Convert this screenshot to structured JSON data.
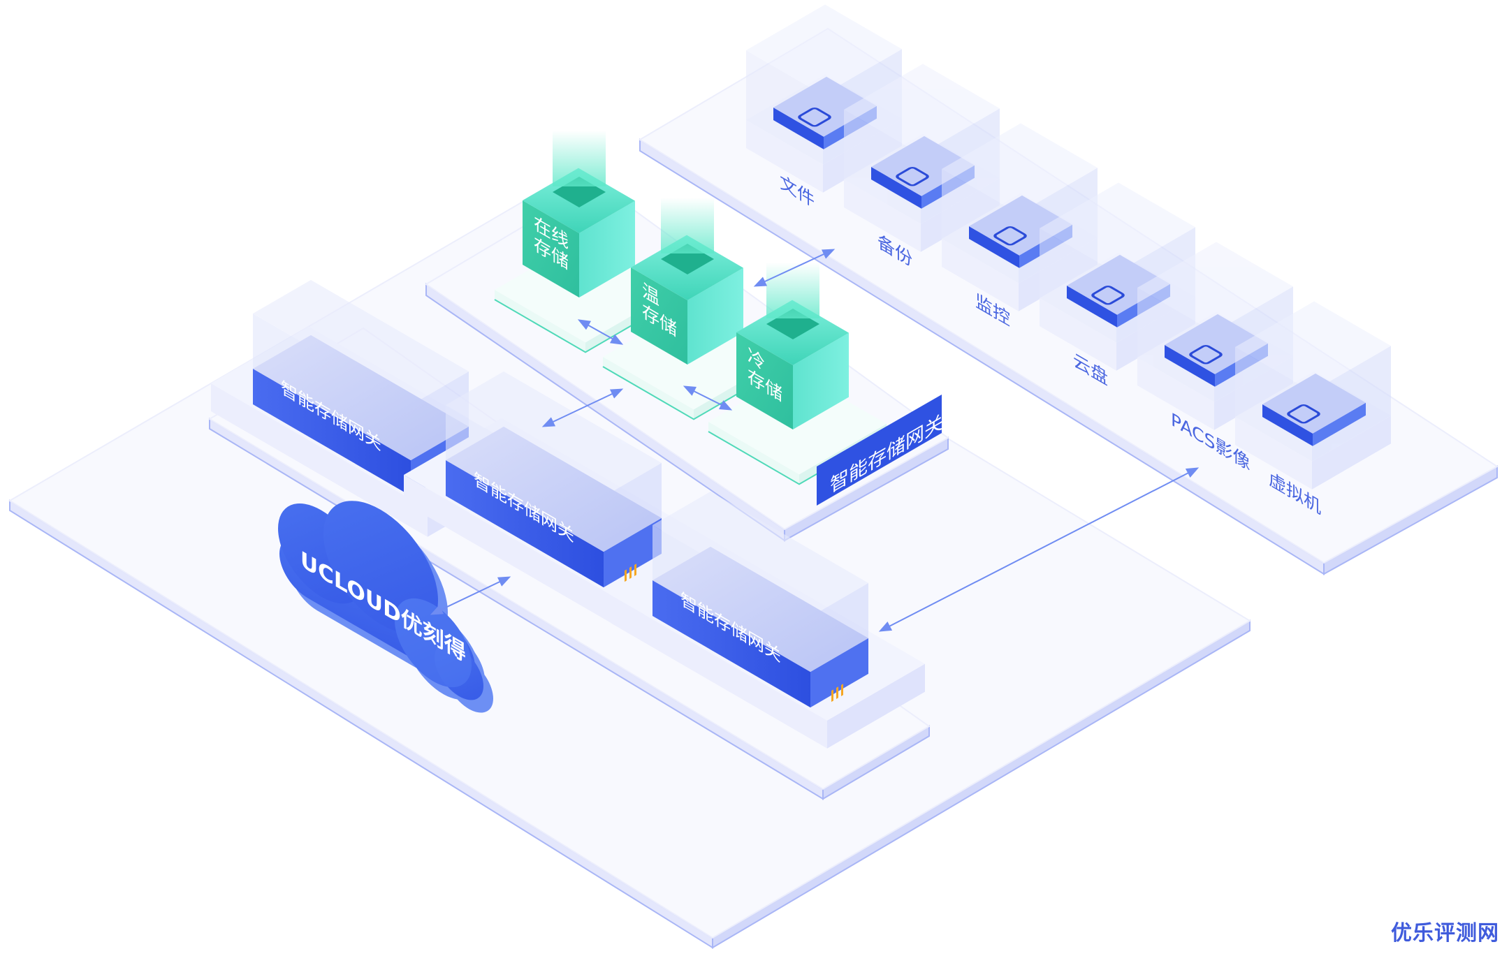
{
  "gateways": [
    {
      "label": "智能存储网关"
    },
    {
      "label": "智能存储网关"
    },
    {
      "label": "智能存储网关"
    }
  ],
  "storage_gateway_banner": "智能存储网关",
  "storage_tiers": [
    {
      "line1": "在线",
      "line2": "存储"
    },
    {
      "line1": "温",
      "line2": "存储"
    },
    {
      "line1": "冷",
      "line2": "存储"
    }
  ],
  "apps": [
    {
      "label": "文件",
      "icon": "document-icon"
    },
    {
      "label": "备份",
      "icon": "sync-icon"
    },
    {
      "label": "监控",
      "icon": "shield-icon"
    },
    {
      "label": "云盘",
      "icon": "cloud-upload-icon"
    },
    {
      "label": "PACS影像",
      "icon": "network-icon"
    },
    {
      "label": "虚拟机",
      "icon": "code-window-icon"
    }
  ],
  "cloud": {
    "brand": "UCLOUD优刻得"
  },
  "watermark": "优乐评测网",
  "colors": {
    "primary_blue": "#3b5de7",
    "teal": "#3fd9bd",
    "platform": "#f7f8fe",
    "edge": "#9fb0f5",
    "gateway_accent": "#f5a623"
  }
}
